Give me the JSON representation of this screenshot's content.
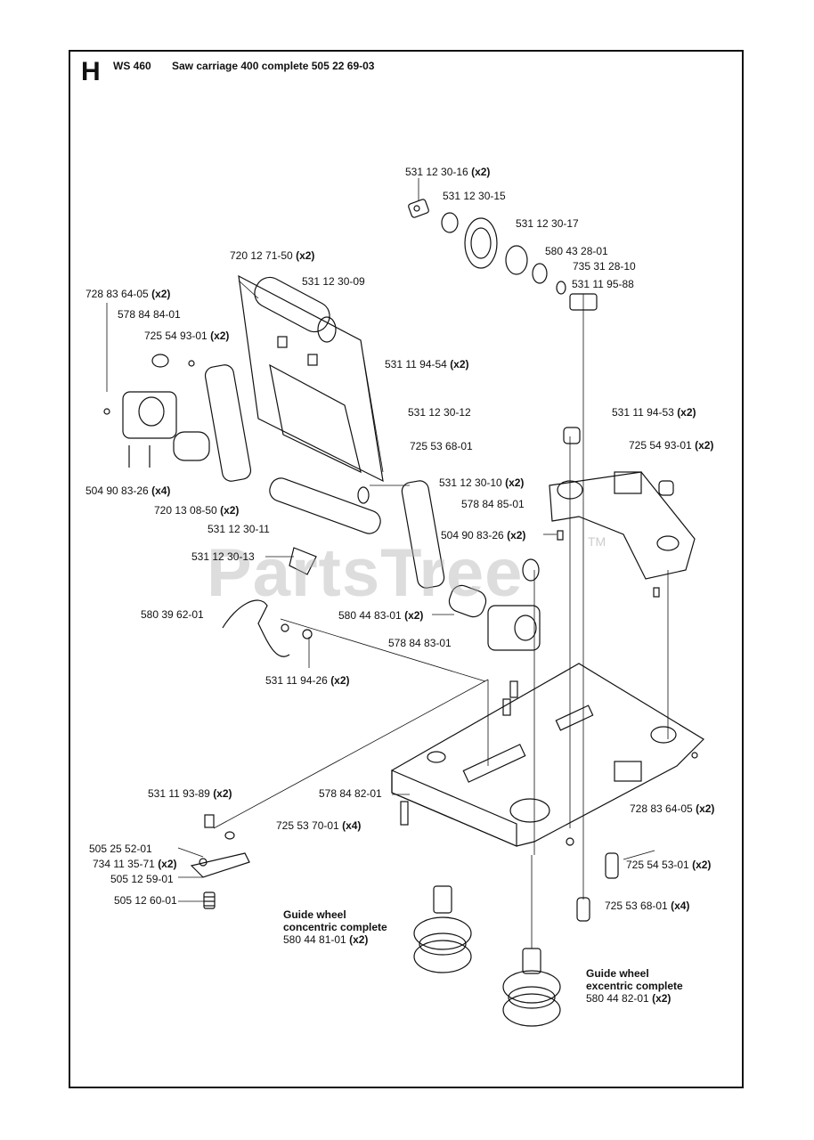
{
  "header": {
    "section": "H",
    "model": "WS 460",
    "title": "Saw carriage 400 complete 505 22 69-03"
  },
  "watermark": {
    "text": "PartsTree",
    "mark": "TM"
  },
  "parts": [
    {
      "id": "p1",
      "number": "531 12 30-16",
      "qty": "(x2)"
    },
    {
      "id": "p2",
      "number": "531 12 30-15",
      "qty": ""
    },
    {
      "id": "p3",
      "number": "531 12 30-17",
      "qty": ""
    },
    {
      "id": "p4",
      "number": "580 43 28-01",
      "qty": ""
    },
    {
      "id": "p5",
      "number": "735 31 28-10",
      "qty": ""
    },
    {
      "id": "p6",
      "number": "531 11 95-88",
      "qty": ""
    },
    {
      "id": "p7",
      "number": "720 12 71-50",
      "qty": "(x2)"
    },
    {
      "id": "p8",
      "number": "531 12 30-09",
      "qty": ""
    },
    {
      "id": "p9",
      "number": "728 83 64-05",
      "qty": "(x2)"
    },
    {
      "id": "p10",
      "number": "578 84 84-01",
      "qty": ""
    },
    {
      "id": "p11",
      "number": "725 54 93-01",
      "qty": "(x2)"
    },
    {
      "id": "p12",
      "number": "531 11 94-54",
      "qty": "(x2)"
    },
    {
      "id": "p13",
      "number": "531 12 30-12",
      "qty": ""
    },
    {
      "id": "p14",
      "number": "531 11 94-53",
      "qty": "(x2)"
    },
    {
      "id": "p15",
      "number": "725 53 68-01",
      "qty": ""
    },
    {
      "id": "p16",
      "number": "725 54 93-01",
      "qty": "(x2)"
    },
    {
      "id": "p17",
      "number": "504 90 83-26",
      "qty": "(x4)"
    },
    {
      "id": "p18",
      "number": "531 12 30-10",
      "qty": "(x2)"
    },
    {
      "id": "p19",
      "number": "578 84 85-01",
      "qty": ""
    },
    {
      "id": "p20",
      "number": "720 13 08-50",
      "qty": "(x2)"
    },
    {
      "id": "p21",
      "number": "531 12 30-11",
      "qty": ""
    },
    {
      "id": "p22",
      "number": "504 90 83-26",
      "qty": "(x2)"
    },
    {
      "id": "p23",
      "number": "531 12 30-13",
      "qty": ""
    },
    {
      "id": "p24",
      "number": "580 39 62-01",
      "qty": ""
    },
    {
      "id": "p25",
      "number": "580 44 83-01",
      "qty": "(x2)"
    },
    {
      "id": "p26",
      "number": "578 84 83-01",
      "qty": ""
    },
    {
      "id": "p27",
      "number": "531 11 94-26",
      "qty": "(x2)"
    },
    {
      "id": "p28",
      "number": "531 11 93-89",
      "qty": "(x2)"
    },
    {
      "id": "p29",
      "number": "578 84 82-01",
      "qty": ""
    },
    {
      "id": "p30",
      "number": "728 83 64-05",
      "qty": "(x2)"
    },
    {
      "id": "p31",
      "number": "725 53 70-01",
      "qty": "(x4)"
    },
    {
      "id": "p32",
      "number": "505 25 52-01",
      "qty": ""
    },
    {
      "id": "p33",
      "number": "734 11 35-71",
      "qty": "(x2)"
    },
    {
      "id": "p34",
      "number": "505 12 59-01",
      "qty": ""
    },
    {
      "id": "p35",
      "number": "725 54 53-01",
      "qty": "(x2)"
    },
    {
      "id": "p36",
      "number": "505 12 60-01",
      "qty": ""
    },
    {
      "id": "p37",
      "number": "725 53 68-01",
      "qty": "(x4)"
    }
  ],
  "assemblies": {
    "concentric": {
      "line1": "Guide wheel",
      "line2": "concentric complete",
      "number": "580 44 81-01",
      "qty": "(x2)"
    },
    "excentric": {
      "line1": "Guide wheel",
      "line2": "excentric complete",
      "number": "580 44 82-01",
      "qty": "(x2)"
    }
  }
}
